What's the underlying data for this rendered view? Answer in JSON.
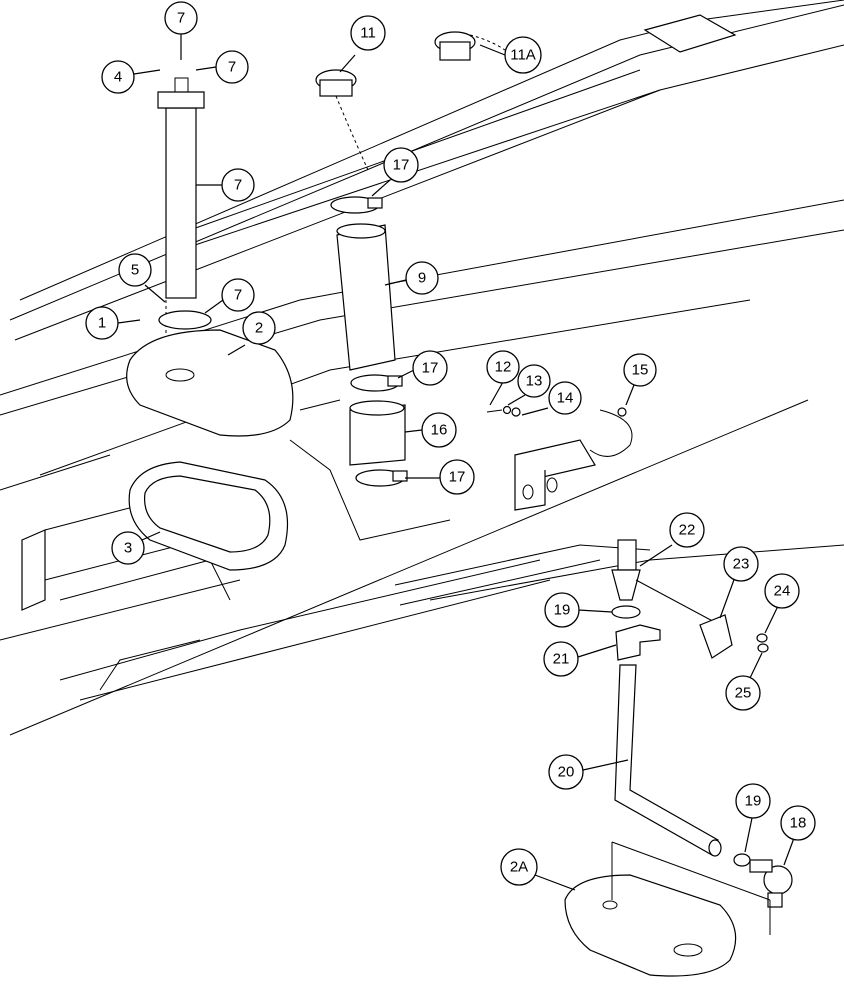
{
  "diagram": {
    "callouts": [
      {
        "id": "c7a",
        "label": "7"
      },
      {
        "id": "c4",
        "label": "4"
      },
      {
        "id": "c7b",
        "label": "7"
      },
      {
        "id": "c7c",
        "label": "7"
      },
      {
        "id": "c11",
        "label": "11"
      },
      {
        "id": "c11a",
        "label": "11A"
      },
      {
        "id": "c17a",
        "label": "17"
      },
      {
        "id": "c9",
        "label": "9"
      },
      {
        "id": "c5",
        "label": "5"
      },
      {
        "id": "c7d",
        "label": "7"
      },
      {
        "id": "c1",
        "label": "1"
      },
      {
        "id": "c2",
        "label": "2"
      },
      {
        "id": "c17b",
        "label": "17"
      },
      {
        "id": "c12",
        "label": "12"
      },
      {
        "id": "c13",
        "label": "13"
      },
      {
        "id": "c14",
        "label": "14"
      },
      {
        "id": "c15",
        "label": "15"
      },
      {
        "id": "c16",
        "label": "16"
      },
      {
        "id": "c17c",
        "label": "17"
      },
      {
        "id": "c3",
        "label": "3"
      },
      {
        "id": "c22",
        "label": "22"
      },
      {
        "id": "c23",
        "label": "23"
      },
      {
        "id": "c24",
        "label": "24"
      },
      {
        "id": "c19a",
        "label": "19"
      },
      {
        "id": "c21",
        "label": "21"
      },
      {
        "id": "c25",
        "label": "25"
      },
      {
        "id": "c20",
        "label": "20"
      },
      {
        "id": "c19b",
        "label": "19"
      },
      {
        "id": "c18",
        "label": "18"
      },
      {
        "id": "c2a",
        "label": "2A"
      }
    ],
    "colors": {
      "line": "#000000",
      "background": "#ffffff"
    }
  }
}
